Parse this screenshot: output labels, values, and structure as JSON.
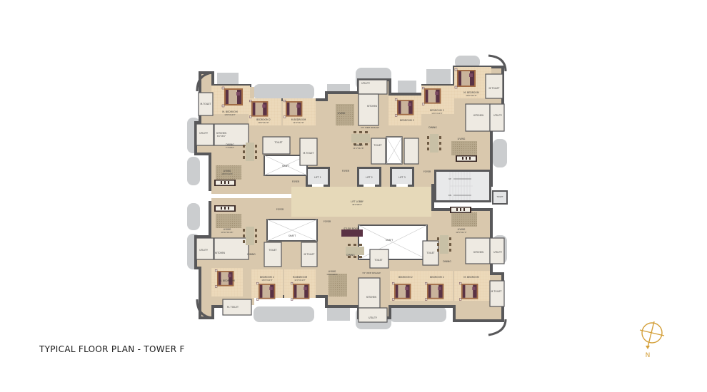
{
  "caption": "TYPICAL FLOOR PLAN - TOWER F",
  "compass": {
    "label": "N",
    "color": "#d4a03a"
  },
  "colors": {
    "wall": "#58585a",
    "floor": "#d9c8ad",
    "floor_light": "#e6d9c2",
    "bedroom_floor": "#ecd6b6",
    "balcony": "#c9cbcd",
    "shaft": "#ffffff",
    "lift": "#dfe0e1",
    "furniture_dark": "#5a3244",
    "wood": "#a9784e"
  },
  "common": {
    "lift_lobby": {
      "name": "LIFT LOBBY",
      "size": "44'9\"X8'4\""
    },
    "lifts": [
      "LIFT 1",
      "LIFT 2",
      "LIFT 3"
    ],
    "staircase": {
      "up": "UP",
      "down": "DN"
    },
    "shafts": [
      "SHAFT",
      "SHAFT",
      "SHAFT",
      "SHAFT",
      "SHAFT"
    ]
  },
  "units": {
    "top_left": {
      "rooms": [
        {
          "name": "M. BEDROOM",
          "size": "10'6\"X12'0\""
        },
        {
          "name": "BEDROOM 2",
          "size": "10'0\"X12'0\""
        },
        {
          "name": "M.BEDROOM",
          "size": "11'0\"X11'0\""
        },
        {
          "name": "M.TOILET",
          "size": "4'11\"X8'0\""
        },
        {
          "name": "UTILITY",
          "size": "3'3\"X8'0\""
        },
        {
          "name": "KITCHEN",
          "size": "8'0\"X8'0\""
        },
        {
          "name": "3'6\" WIDE PASSAGE",
          "size": ""
        },
        {
          "name": "DINING",
          "size": "7'3\"X8'2\""
        },
        {
          "name": "TOILET",
          "size": "8'0\"X4'6\""
        },
        {
          "name": "M.TOILET",
          "size": "4'6\"X8'0\""
        },
        {
          "name": "LIVING",
          "size": "10'0\"X11'6\""
        },
        {
          "name": "FOYER",
          "size": "4'1\"X4'6\""
        }
      ]
    },
    "top_center": {
      "rooms": [
        {
          "name": "UTILITY",
          "size": "6'2\"X3'3\""
        },
        {
          "name": "KITCHEN",
          "size": "6'2\"X10'0\""
        },
        {
          "name": "LIVING",
          "size": "11'6\"X10'1\""
        },
        {
          "name": "3'6\" WIDE PASSAGE",
          "size": ""
        },
        {
          "name": "DINING",
          "size": "11'1\"X11'6\""
        },
        {
          "name": "TOILET",
          "size": "4'6\"X8'0\""
        },
        {
          "name": "FOYER",
          "size": "4'6\"X7'10\""
        },
        {
          "name": "BEDROOM 2",
          "size": "10'0\"X12'0\""
        }
      ]
    },
    "top_right": {
      "rooms": [
        {
          "name": "M. BEDROOM",
          "size": "10'6\"X12'0\""
        },
        {
          "name": "BEDROOM 2",
          "size": "10'0\"X12'0\""
        },
        {
          "name": "M.TOILET",
          "size": "5'0\"X8'0\""
        },
        {
          "name": "KITCHEN",
          "size": "8'0\"X8'0\""
        },
        {
          "name": "UTILITY",
          "size": "3'3\"X8'0\""
        },
        {
          "name": "3'6\" WIDE PASSAGE",
          "size": ""
        },
        {
          "name": "DINING",
          "size": "11'0\"X8'0\""
        },
        {
          "name": "TOILET",
          "size": "4'6\"X8'0\""
        },
        {
          "name": "LIVING",
          "size": "10'7\"X11'6\""
        },
        {
          "name": "FOYER",
          "size": "4'6\"X7'11\""
        }
      ]
    },
    "bottom_left": {
      "rooms": [
        {
          "name": "FOYER",
          "size": "7'2\"X4'6\""
        },
        {
          "name": "LIVING",
          "size": "10'11\"X11'6\""
        },
        {
          "name": "UTILITY",
          "size": "3'3\"X8'0\""
        },
        {
          "name": "KITCHEN",
          "size": "8'0\"X8'0\""
        },
        {
          "name": "DINING",
          "size": "8'0\"X8'0\""
        },
        {
          "name": "TOILET",
          "size": "4'6\"X8'0\""
        },
        {
          "name": "M.TOILET",
          "size": "4'6\"X8'0\""
        },
        {
          "name": "M. BEDROOM",
          "size": "12'0\"X10'6\""
        },
        {
          "name": "BEDROOM 2",
          "size": "10'0\"X12'0\""
        },
        {
          "name": "M.BEDROOM",
          "size": "11'0\"X11'0\""
        },
        {
          "name": "M. TOILET",
          "size": "8'0\"X4'6\""
        }
      ]
    },
    "bottom_center": {
      "rooms": [
        {
          "name": "FOYER",
          "size": "4'6\"X7'11\""
        },
        {
          "name": "STUDY ROOM",
          "size": "6'7\"X7'6\""
        },
        {
          "name": "DINING",
          "size": "11'0\"X11'6\""
        },
        {
          "name": "LIVING",
          "size": "11'6\"X10'6\""
        },
        {
          "name": "TOILET",
          "size": "8'0\"X4'6\""
        },
        {
          "name": "3'6\" WIDE PASSAGE",
          "size": ""
        },
        {
          "name": "KITCHEN",
          "size": "6'2\"X10'0\""
        },
        {
          "name": "UTILITY",
          "size": "6'2\"X3'3\""
        },
        {
          "name": "BEDROOM 2",
          "size": "10'0\"X12'0\""
        }
      ]
    },
    "bottom_right": {
      "rooms": [
        {
          "name": "LIVING",
          "size": "12'5\"X11'1\""
        },
        {
          "name": "TOILET",
          "size": "4'6\"X8'0\""
        },
        {
          "name": "DINING",
          "size": "8'0\"X8'0\""
        },
        {
          "name": "KITCHEN",
          "size": "8'0\"X8'0\""
        },
        {
          "name": "UTILITY",
          "size": "3'3\"X8'0\""
        },
        {
          "name": "BEDROOM 2",
          "size": "10'0\"X12'0\""
        },
        {
          "name": "M. BEDROOM",
          "size": "10'6\"X12'0\""
        },
        {
          "name": "M.TOILET",
          "size": "4'6\"X8'0\""
        }
      ]
    },
    "stair_toilet": {
      "name": "TOILET",
      "size": "3'6\"X5'0\""
    }
  }
}
